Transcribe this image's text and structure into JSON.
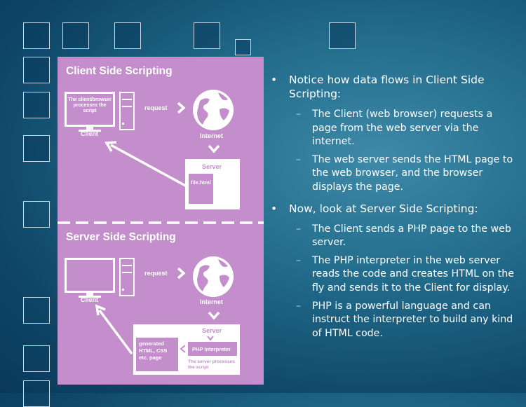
{
  "diagram": {
    "client_side": {
      "title": "Client Side Scripting",
      "monitor_text": "The client/browser processes the script",
      "client_label": "Client",
      "request_label": "request",
      "internet_label": "Internet",
      "server_label": "Server",
      "file_label": "file.html"
    },
    "server_side": {
      "title": "Server Side Scripting",
      "client_label": "Client",
      "request_label": "request",
      "internet_label": "Internet",
      "server_label": "Server",
      "generated_label": "generated HTML, CSS etc. page",
      "php_label": "PHP Interpreter",
      "processes_label": "The server processes the script"
    }
  },
  "bullets": [
    {
      "text": "Notice how data flows in Client Side Scripting:",
      "sub": [
        "The Client (web browser) requests a page from the web server via the internet.",
        "The web server sends the HTML page to the web browser, and the browser displays the page."
      ]
    },
    {
      "text": "Now, look at Server Side Scripting:",
      "sub": [
        "The Client sends a PHP page to the web server.",
        "The PHP interpreter in the web server reads the code and creates HTML on the fly and sends it to the Client for display.",
        "PHP is a powerful language and can instruct the interpreter to build any kind of HTML code."
      ]
    }
  ],
  "symbols": {
    "bullet": "•",
    "dash": "–"
  }
}
